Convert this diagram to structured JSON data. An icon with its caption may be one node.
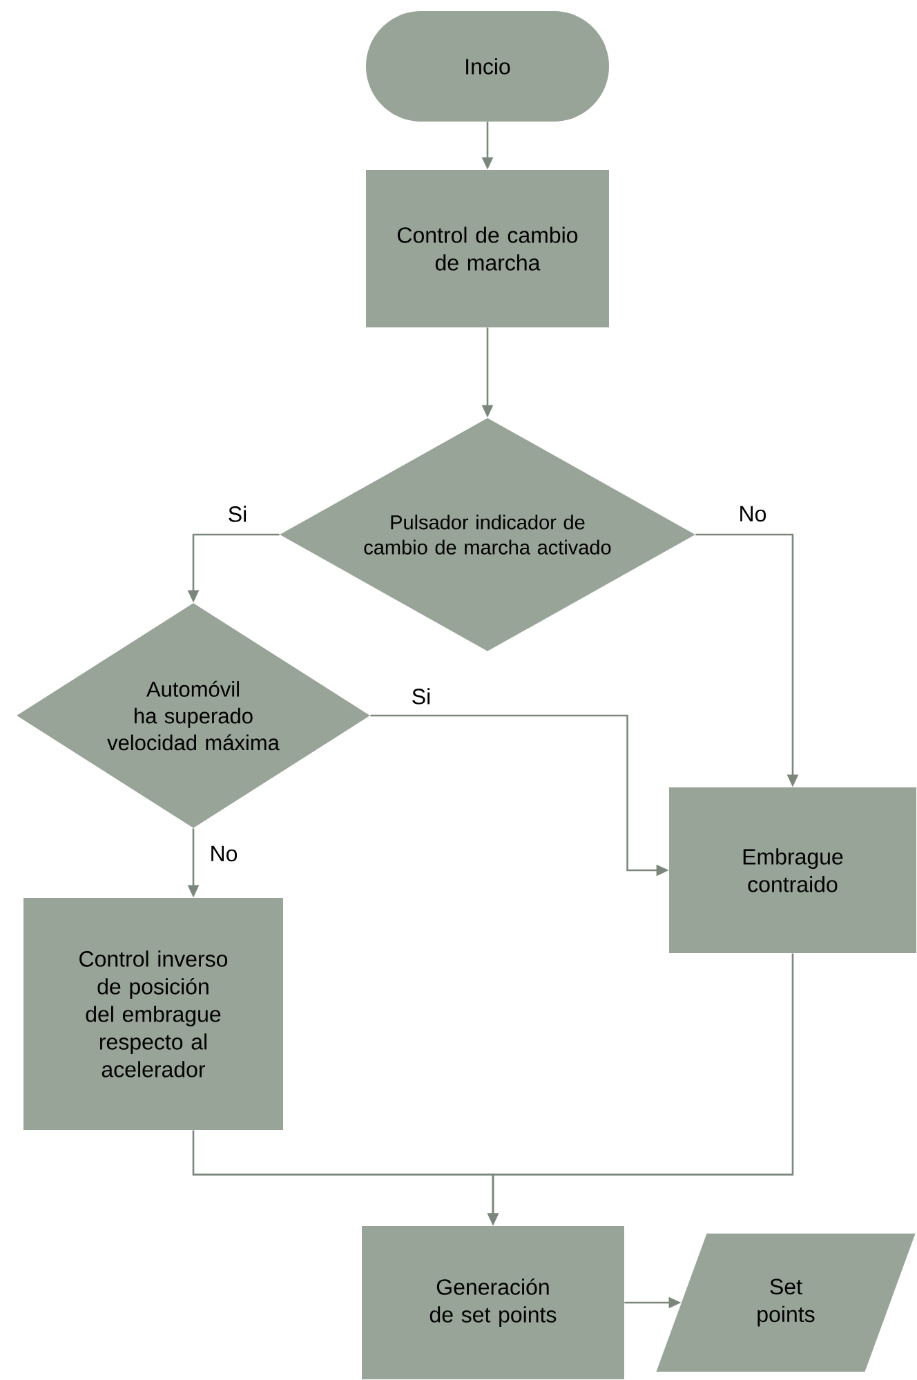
{
  "diagram": {
    "nodes": [
      {
        "text": [
          "Incio"
        ]
      },
      {
        "text": [
          "Control de cambio de marcha"
        ]
      },
      {
        "text": [
          "Pulsador indicador de cambio de marcha activado"
        ]
      },
      {
        "text": [
          "Automóvil ha superado velocidad máxima"
        ]
      },
      {
        "text": [
          "Embrague contraido"
        ]
      },
      {
        "text": [
          "Control inverso de posición del embrague respecto al acelerador"
        ]
      },
      {
        "text": [
          "Generación de set points"
        ]
      },
      {
        "text": [
          "Set points"
        ]
      }
    ],
    "edges": [
      {
        "from": 0,
        "to": 1,
        "arrow": "to"
      },
      {
        "from": 1,
        "to": 2,
        "arrow": "to"
      },
      {
        "from": 2,
        "to": 3,
        "arrow": "to",
        "label": "Si"
      },
      {
        "from": 2,
        "to": 4,
        "arrow": "to",
        "label": "No"
      },
      {
        "from": 3,
        "to": 4,
        "arrow": "to",
        "label": "Si"
      },
      {
        "from": 3,
        "to": 5,
        "arrow": "to",
        "label": "No"
      },
      {
        "from": 5,
        "to": 6,
        "arrow": "to"
      },
      {
        "from": 4,
        "to": 6,
        "arrow": "to"
      },
      {
        "from": 6,
        "to": 7,
        "arrow": "to"
      }
    ]
  }
}
